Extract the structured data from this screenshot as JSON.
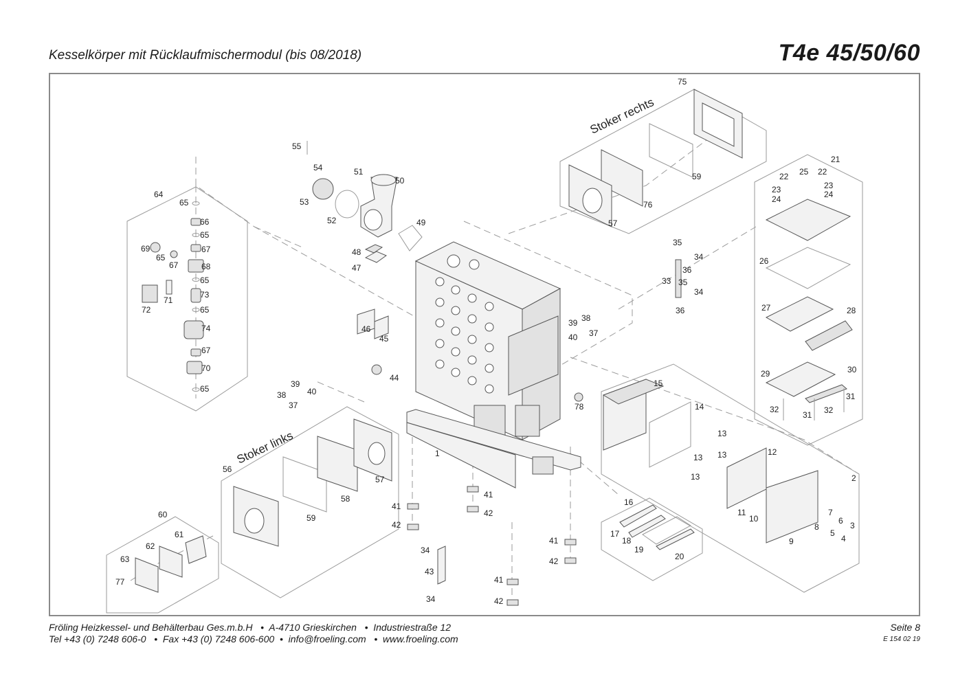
{
  "header": {
    "title": "Kesselkörper mit Rücklaufmischermodul (bis 08/2018)",
    "model": "T4e 45/50/60"
  },
  "groups": {
    "stoker_right": "Stoker rechts",
    "stoker_left": "Stoker links"
  },
  "callouts": {
    "n1": "1",
    "n2": "2",
    "n3": "3",
    "n4": "4",
    "n5": "5",
    "n6": "6",
    "n7": "7",
    "n8": "8",
    "n9": "9",
    "n10": "10",
    "n11": "11",
    "n12": "12",
    "n13": "13",
    "n14": "14",
    "n15": "15",
    "n16": "16",
    "n17": "17",
    "n18": "18",
    "n19": "19",
    "n20": "20",
    "n21": "21",
    "n22": "22",
    "n23": "23",
    "n24": "24",
    "n25": "25",
    "n26": "26",
    "n27": "27",
    "n28": "28",
    "n29": "29",
    "n30": "30",
    "n31": "31",
    "n32": "32",
    "n33": "33",
    "n34": "34",
    "n35": "35",
    "n36": "36",
    "n37": "37",
    "n38": "38",
    "n39": "39",
    "n40": "40",
    "n41": "41",
    "n42": "42",
    "n43": "43",
    "n44": "44",
    "n45": "45",
    "n46": "46",
    "n47": "47",
    "n48": "48",
    "n49": "49",
    "n50": "50",
    "n51": "51",
    "n52": "52",
    "n53": "53",
    "n54": "54",
    "n55": "55",
    "n56": "56",
    "n57": "57",
    "n58": "58",
    "n59": "59",
    "n60": "60",
    "n61": "61",
    "n62": "62",
    "n63": "63",
    "n64": "64",
    "n65": "65",
    "n66": "66",
    "n67": "67",
    "n68": "68",
    "n69": "69",
    "n70": "70",
    "n71": "71",
    "n72": "72",
    "n73": "73",
    "n74": "74",
    "n75": "75",
    "n76": "76",
    "n77": "77",
    "n78": "78"
  },
  "footer": {
    "line1": "Fröling Heizkessel- und Behälterbau Ges.m.b.H   •  A-4710 Grieskirchen   •  Industriestraße 12",
    "line2": "Tel +43 (0) 7248 606-0   •  Fax +43 (0) 7248 606-600  •  info@froeling.com   •  www.froeling.com",
    "page": "Seite 8",
    "code": "E 154 02 19"
  }
}
